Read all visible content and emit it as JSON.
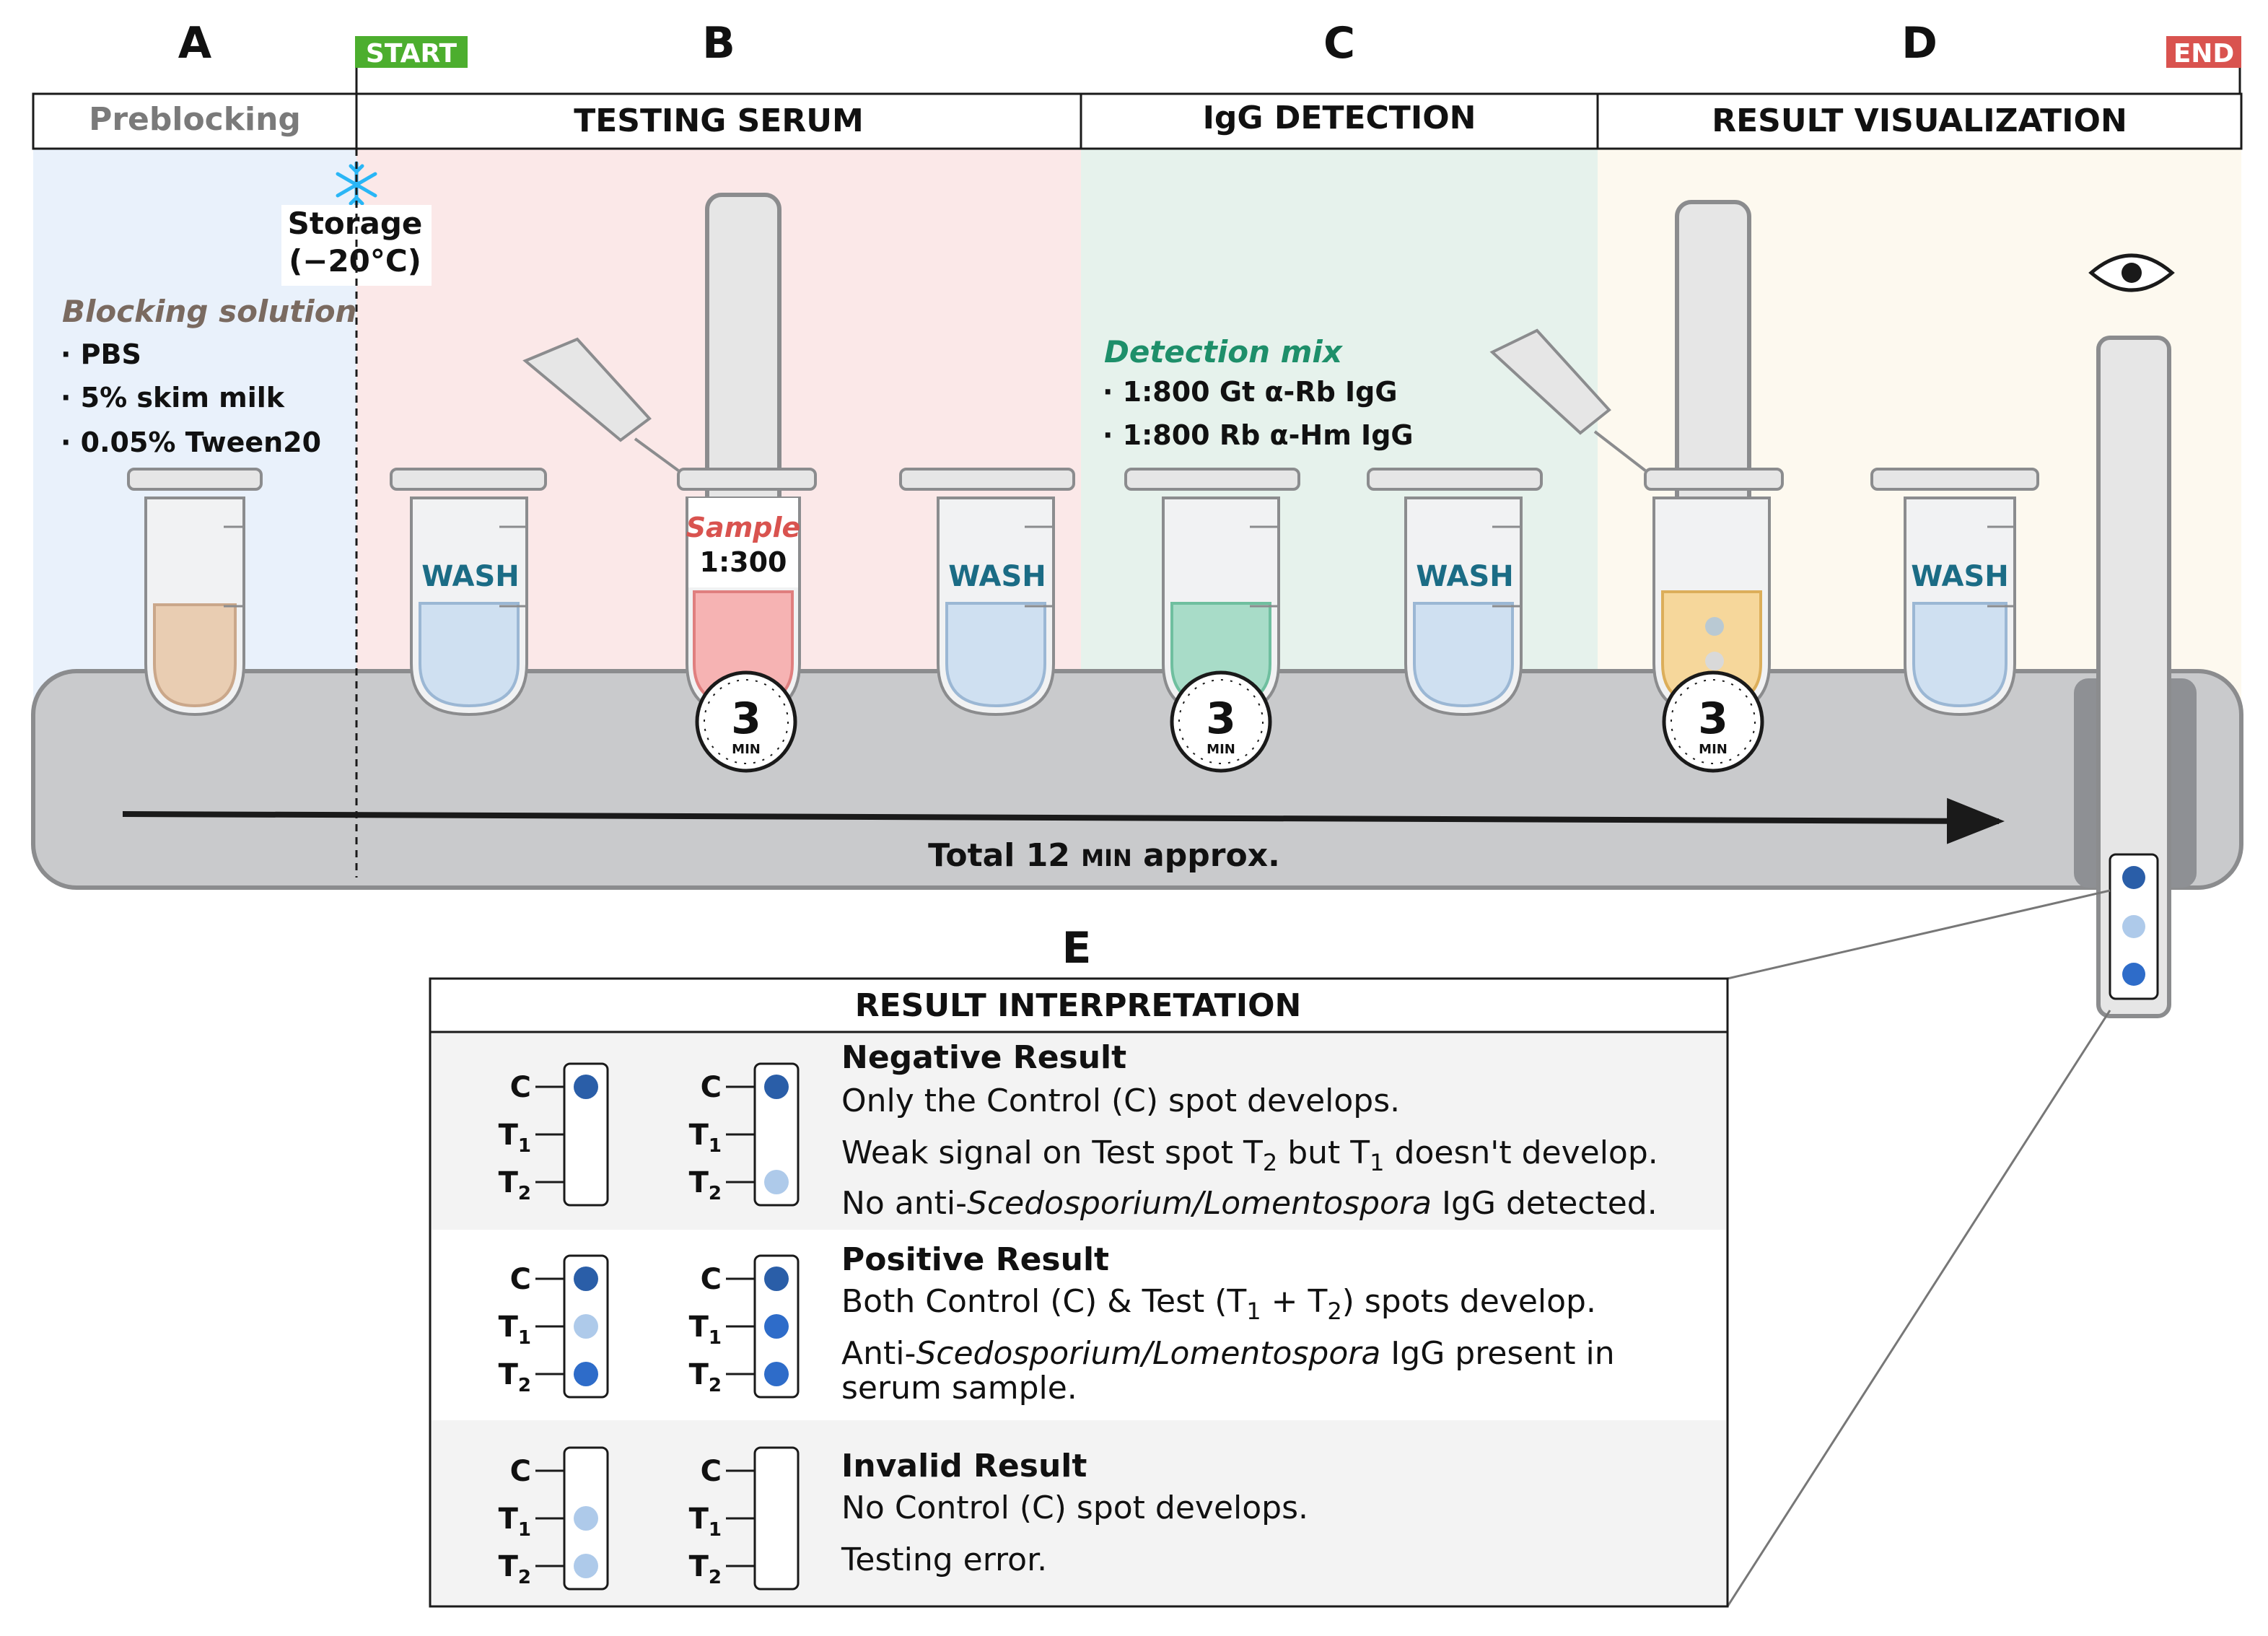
{
  "sections": {
    "a": {
      "letter": "A",
      "title": "Preblocking"
    },
    "b": {
      "letter": "B",
      "title": "TESTING SERUM"
    },
    "c": {
      "letter": "C",
      "title": "IgG DETECTION"
    },
    "d": {
      "letter": "D",
      "title": "RESULT VISUALIZATION"
    },
    "e": {
      "letter": "E",
      "title": "RESULT INTERPRETATION"
    }
  },
  "markers": {
    "start": "START",
    "end": "END"
  },
  "storage": {
    "label": "Storage",
    "temp": "(−20°C)",
    "icon": "snowflake-icon"
  },
  "blocking": {
    "title": "Blocking solution",
    "items": [
      "· PBS",
      "· 5% skim milk",
      "· 0.05% Tween20"
    ]
  },
  "detection": {
    "title": "Detection mix",
    "items": [
      "· 1:800 Gt α-Rb IgG",
      "· 1:800 Rb α-Hm IgG"
    ]
  },
  "wash_label": "WASH",
  "sample": {
    "label": "Sample",
    "dilution": "1:300"
  },
  "timer": {
    "value": "3",
    "unit": "MIN"
  },
  "total": {
    "pre": "Total 12 ",
    "unit": "MIN",
    "post": " approx."
  },
  "strip_labels": {
    "c": "C",
    "t": "T",
    "sub1": "1",
    "sub2": "2"
  },
  "results": [
    {
      "title": "Negative Result",
      "line1": "Only the Control (C) spot develops.",
      "line2": {
        "a": "Weak signal on Test spot T",
        "sub": "2",
        "b": " but T",
        "sub2": "1",
        "c": " doesn't develop."
      },
      "line3": {
        "a": "No anti-",
        "italic": "Scedosporium/Lomentospora",
        "b": " IgG detected."
      },
      "strips": [
        {
          "c": "dark",
          "t1": "none",
          "t2": "none"
        },
        {
          "c": "dark",
          "t1": "none",
          "t2": "light"
        }
      ]
    },
    {
      "title": "Positive Result",
      "line1": {
        "a": "Both Control (C) & Test (T",
        "sub": "1",
        "b": " + T",
        "sub2": "2",
        "c": ") spots develop."
      },
      "line2": {
        "a": "Anti-",
        "italic": "Scedosporium/Lomentospora",
        "b": " IgG present in"
      },
      "line3": "serum sample.",
      "strips": [
        {
          "c": "dark",
          "t1": "light",
          "t2": "mid"
        },
        {
          "c": "dark",
          "t1": "mid",
          "t2": "mid"
        }
      ]
    },
    {
      "title": "Invalid Result",
      "line1": "No Control (C) spot develops.",
      "line2": "Testing error.",
      "strips": [
        {
          "c": "none",
          "t1": "light",
          "t2": "light"
        },
        {
          "c": "none",
          "t1": "none",
          "t2": "none"
        }
      ]
    }
  ],
  "colors": {
    "zone_a": "#e9f1fb",
    "zone_b": "#fbe8e8",
    "zone_c": "#e6f2ec",
    "zone_d": "#fdf9ef",
    "rack": "#c9cacc",
    "start": "#4cae2e",
    "end": "#d9534f",
    "wash_text": "#1b6c85",
    "blocking_title": "#7a6a60",
    "detection_title": "#1e8f6a",
    "sample_text": "#d9534f",
    "dot_dark": "#2a5ea8",
    "dot_mid": "#2e6cc9",
    "dot_light": "#aecaea"
  }
}
